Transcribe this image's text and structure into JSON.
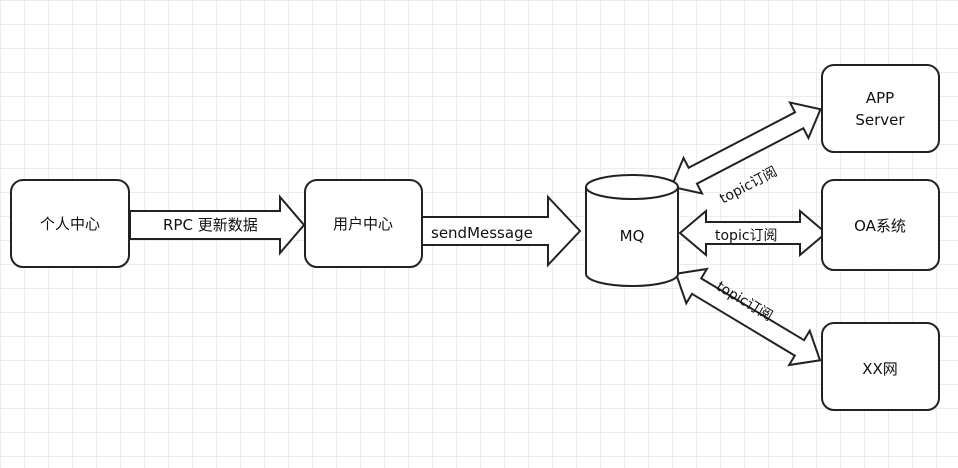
{
  "nodes": {
    "personal_center": "个人中心",
    "user_center": "用户中心",
    "mq": "MQ",
    "app_server_line1": "APP",
    "app_server_line2": "Server",
    "oa_system": "OA系统",
    "xx_site": "XX网"
  },
  "edges": {
    "rpc_update": "RPC 更新数据",
    "send_message": "sendMessage",
    "topic_app": "topic订阅",
    "topic_oa": "topic订阅",
    "topic_xx": "topic订阅"
  },
  "colors": {
    "stroke": "#222222",
    "fill": "#ffffff",
    "grid": "#ececec"
  }
}
